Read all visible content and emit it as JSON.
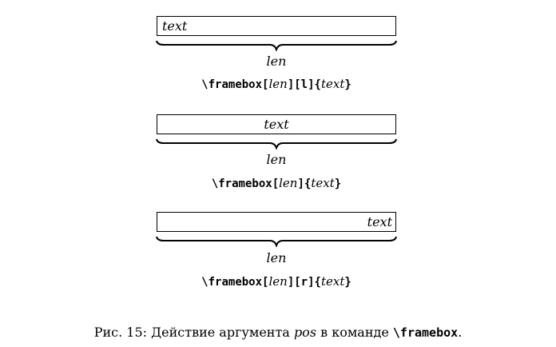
{
  "figures": [
    {
      "text": "text",
      "align": "left",
      "len": "len",
      "cmd": [
        "\\framebox",
        "[",
        "len",
        "][l]{",
        "text",
        "}"
      ]
    },
    {
      "text": "text",
      "align": "center",
      "len": "len",
      "cmd": [
        "\\framebox",
        "[",
        "len",
        "]{",
        "text",
        "}"
      ]
    },
    {
      "text": "text",
      "align": "right",
      "len": "len",
      "cmd": [
        "\\framebox",
        "[",
        "len",
        "][r]{",
        "text",
        "}"
      ]
    }
  ],
  "caption": {
    "prefix": "Рис. 15: Действие аргумента ",
    "arg": "pos",
    "middle": " в команде ",
    "cmd": "\\framebox",
    "end": "."
  }
}
